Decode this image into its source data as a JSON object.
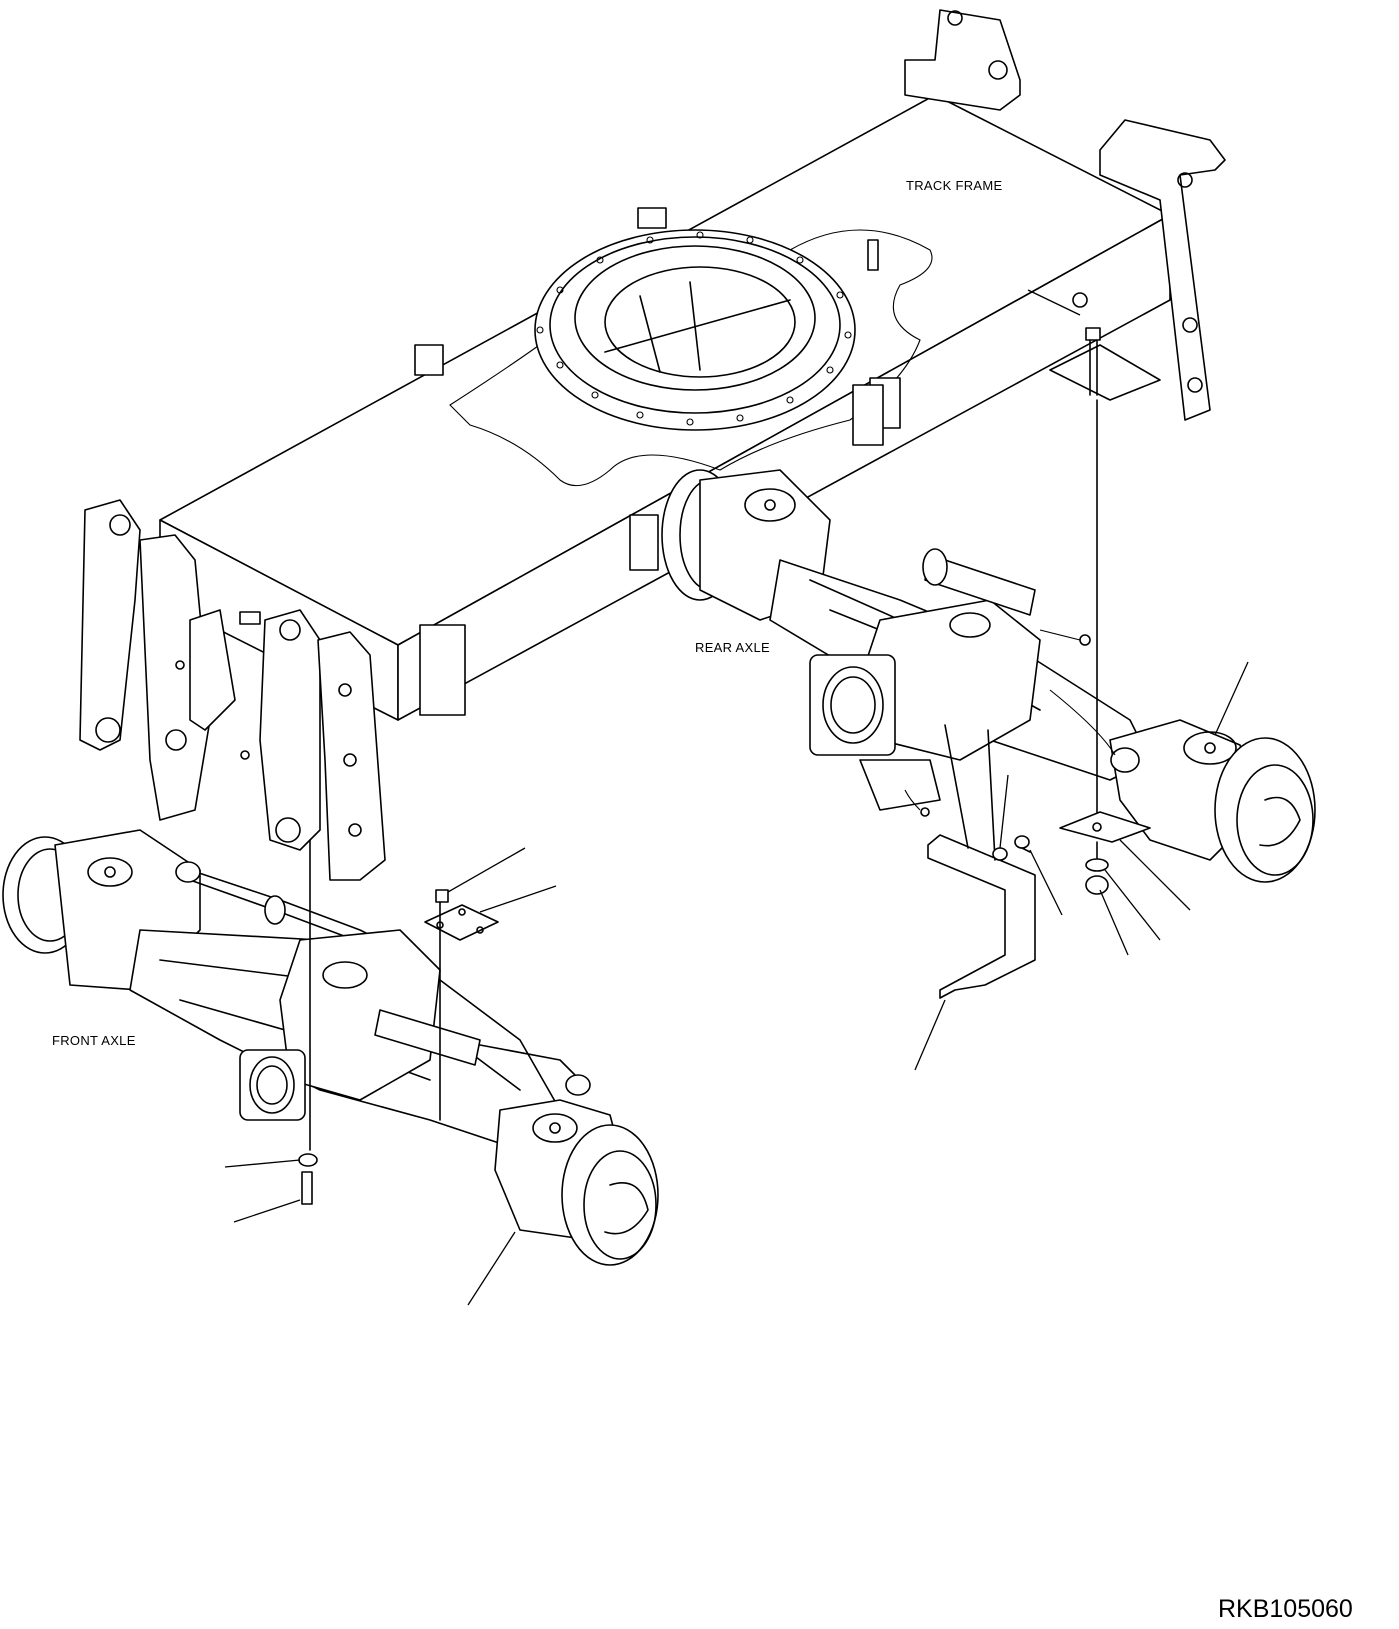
{
  "labels": {
    "track_frame": "TRACK FRAME",
    "rear_axle": "REAR AXLE",
    "front_axle": "FRONT AXLE"
  },
  "drawing_code": "RKB105060"
}
